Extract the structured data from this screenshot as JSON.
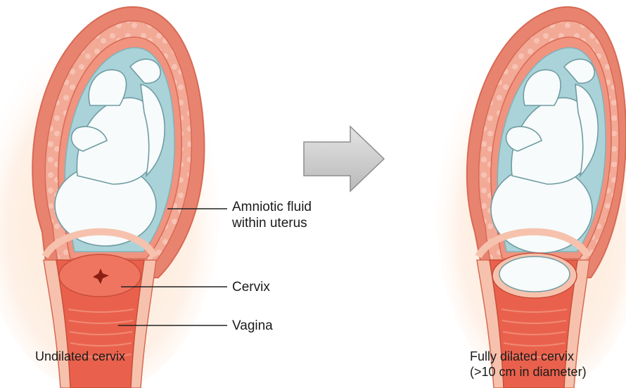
{
  "labels": {
    "amniotic_line1": "Amniotic fluid",
    "amniotic_line2": "within uterus",
    "cervix": "Cervix",
    "vagina": "Vagina"
  },
  "captions": {
    "left": "Undilated cervix",
    "right_line1": "Fully dilated cervix",
    "right_line2": "(>10 cm in diameter)"
  },
  "colors": {
    "uterine_wall": "#e8836f",
    "uterine_wall_dark": "#d76a55",
    "amniotic_fluid": "#a9d3d8",
    "fetus": "#f7fbfb",
    "cervix": "#e9614c",
    "glow": "#fde3cc",
    "arrow": "#cfcfcf"
  }
}
